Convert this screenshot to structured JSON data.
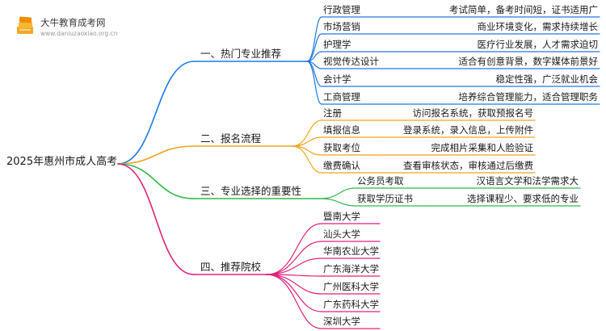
{
  "logo": {
    "name": "大牛教育成考网",
    "url": "www.daniuzaoxiao.org.cn"
  },
  "root": "2025年惠州市成人高考",
  "colors": {
    "blue": "#1f7ae0",
    "orange": "#f2a51a",
    "green": "#2db84d",
    "magenta": "#e0227a"
  },
  "branches": [
    {
      "label": "一、热门专业推荐",
      "items": [
        {
          "label": "行政管理",
          "desc": "考试简单，备考时间短，证书适用广"
        },
        {
          "label": "市场营销",
          "desc": "商业环境变化，需求持续增长"
        },
        {
          "label": "护理学",
          "desc": "医疗行业发展，人才需求迫切"
        },
        {
          "label": "视觉传达设计",
          "desc": "适合有创意背景，数字媒体前景好"
        },
        {
          "label": "会计学",
          "desc": "稳定性强，广泛就业机会"
        },
        {
          "label": "工商管理",
          "desc": "培养综合管理能力，适合管理职务"
        }
      ]
    },
    {
      "label": "二、报名流程",
      "items": [
        {
          "label": "注册",
          "desc": "访问报名系统，获取预报名号"
        },
        {
          "label": "填报信息",
          "desc": "登录系统，录入信息，上传附件"
        },
        {
          "label": "获取考位",
          "desc": "完成相片采集和人脸验证"
        },
        {
          "label": "缴费确认",
          "desc": "查看审核状态，审核通过后缴费"
        }
      ]
    },
    {
      "label": "三、专业选择的重要性",
      "items": [
        {
          "label": "公务员考取",
          "desc": "汉语言文学和法学需求大"
        },
        {
          "label": "获取学历证书",
          "desc": "选择课程少、要求低的专业"
        }
      ]
    },
    {
      "label": "四、推荐院校",
      "items": [
        {
          "label": "暨南大学"
        },
        {
          "label": "汕头大学"
        },
        {
          "label": "华南农业大学"
        },
        {
          "label": "广东海洋大学"
        },
        {
          "label": "广州医科大学"
        },
        {
          "label": "广东药科大学"
        },
        {
          "label": "深圳大学"
        }
      ]
    }
  ]
}
